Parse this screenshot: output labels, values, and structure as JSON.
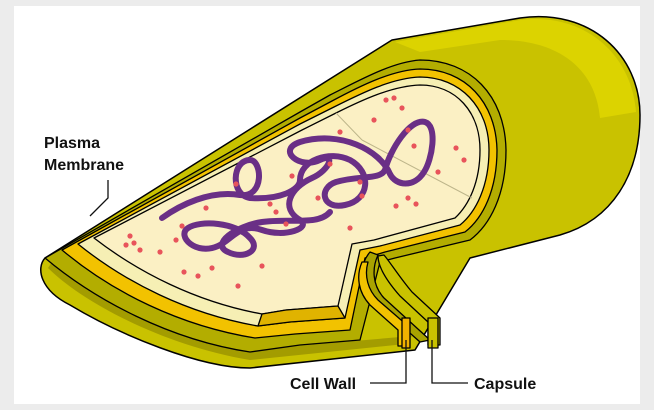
{
  "labels": {
    "plasma_membrane_line1": "Plasma",
    "plasma_membrane_line2": "Membrane",
    "cell_wall": "Cell Wall",
    "capsule": "Capsule"
  },
  "colors": {
    "capsule": "#c9c200",
    "capsule_dark": "#8f8a00",
    "capsule_light": "#e3dc00",
    "cell_wall": "#f2c200",
    "membrane": "#f6efb4",
    "cytoplasm": "#fbf0c4",
    "dna": "#6a2f86",
    "ribosome": "#e8545b",
    "page_bg": "#ececec"
  }
}
